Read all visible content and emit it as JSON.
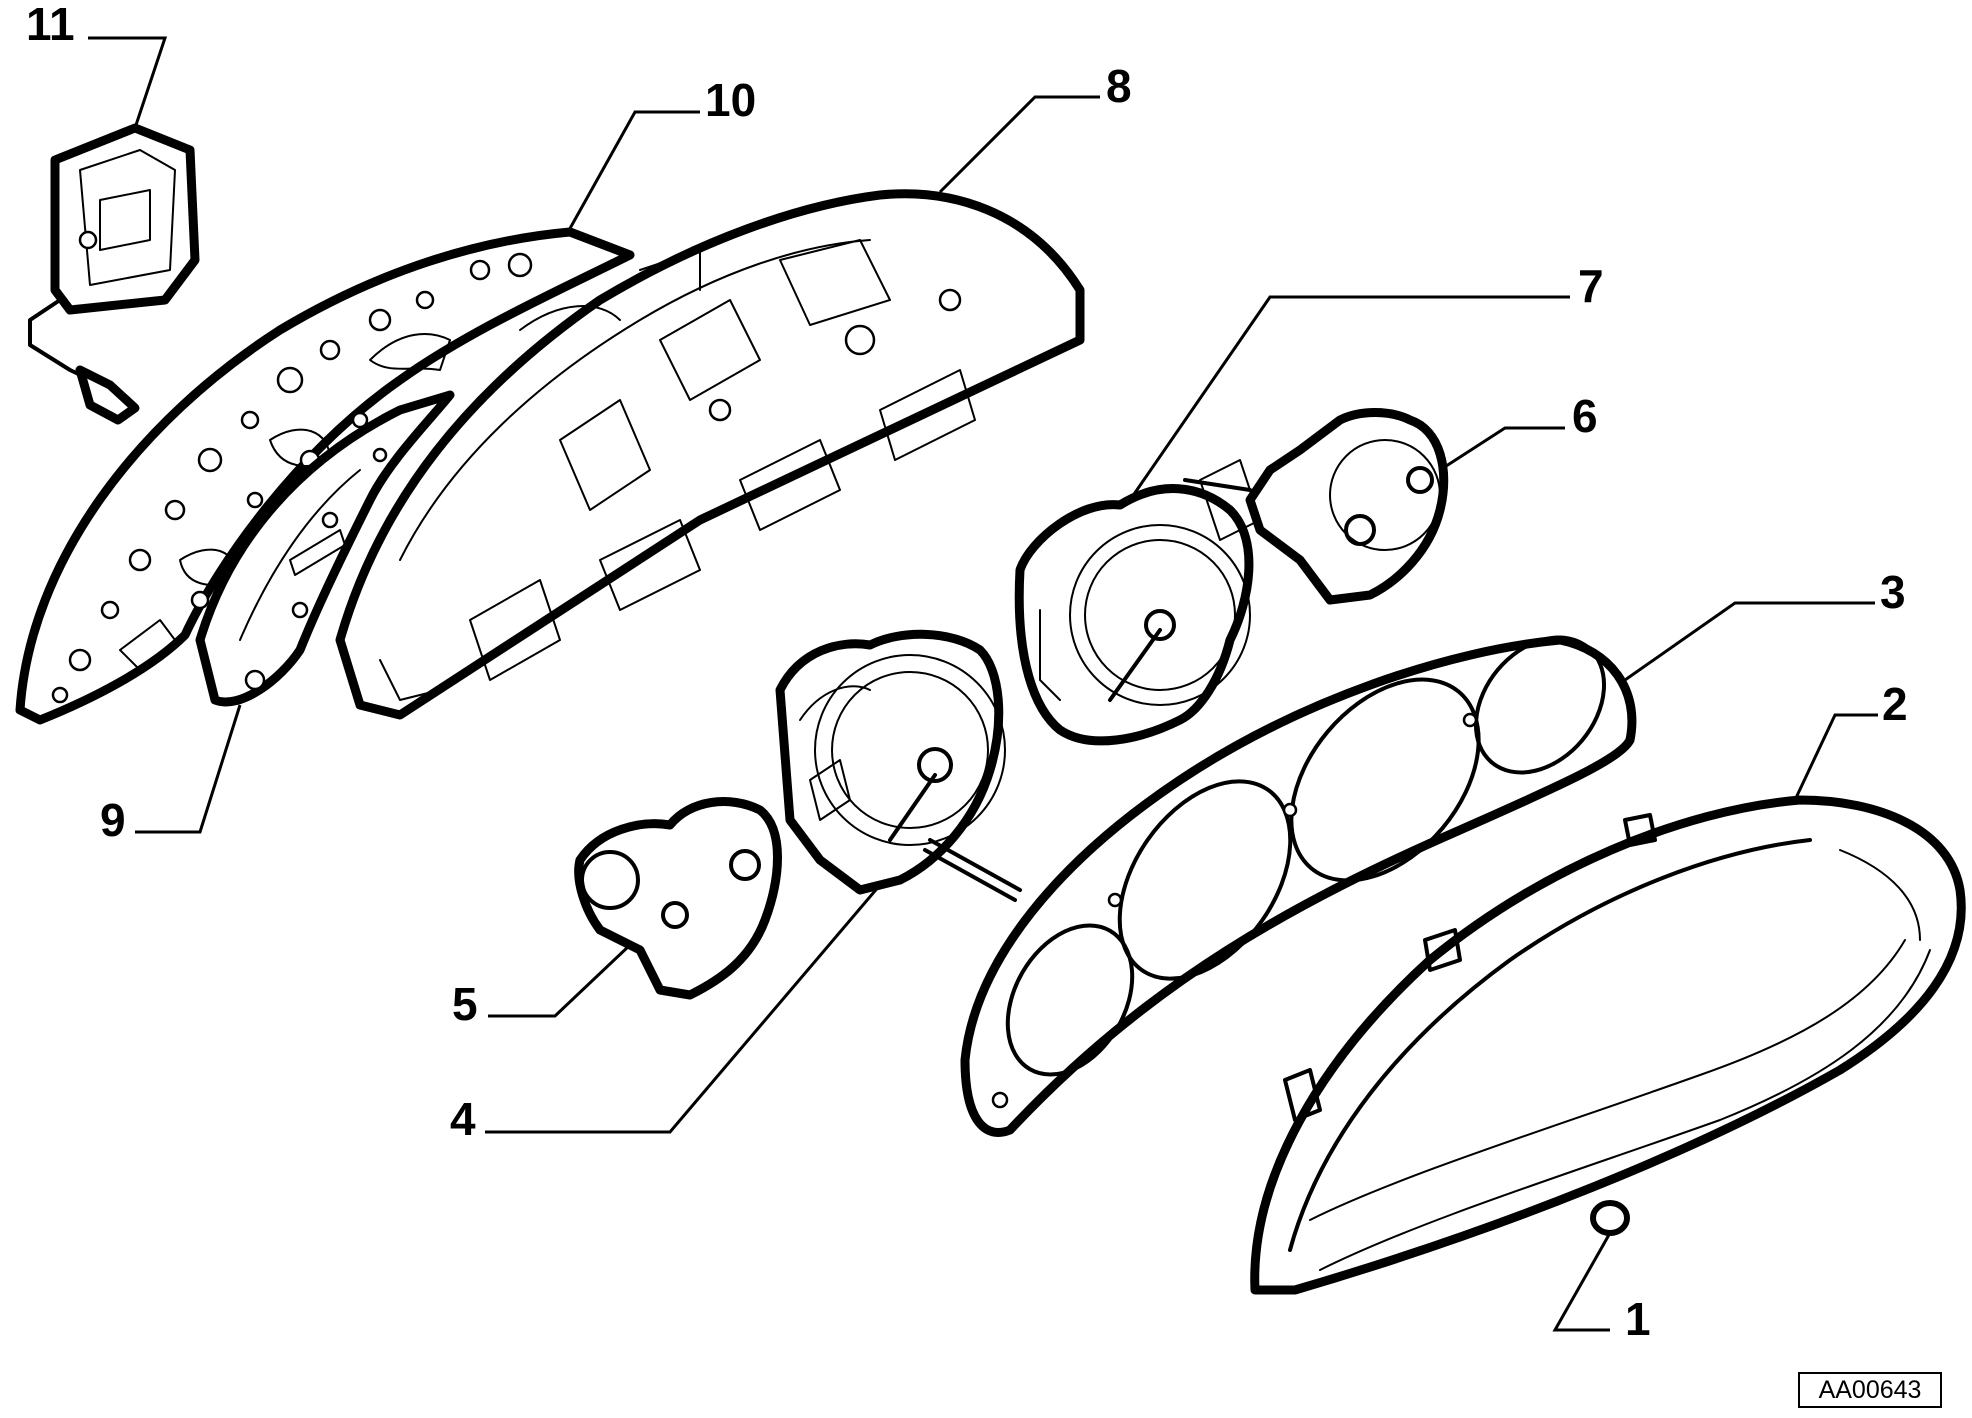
{
  "diagram": {
    "callouts": [
      "1",
      "2",
      "3",
      "4",
      "5",
      "6",
      "7",
      "8",
      "9",
      "10",
      "11"
    ],
    "reference_code": "AA00643"
  }
}
